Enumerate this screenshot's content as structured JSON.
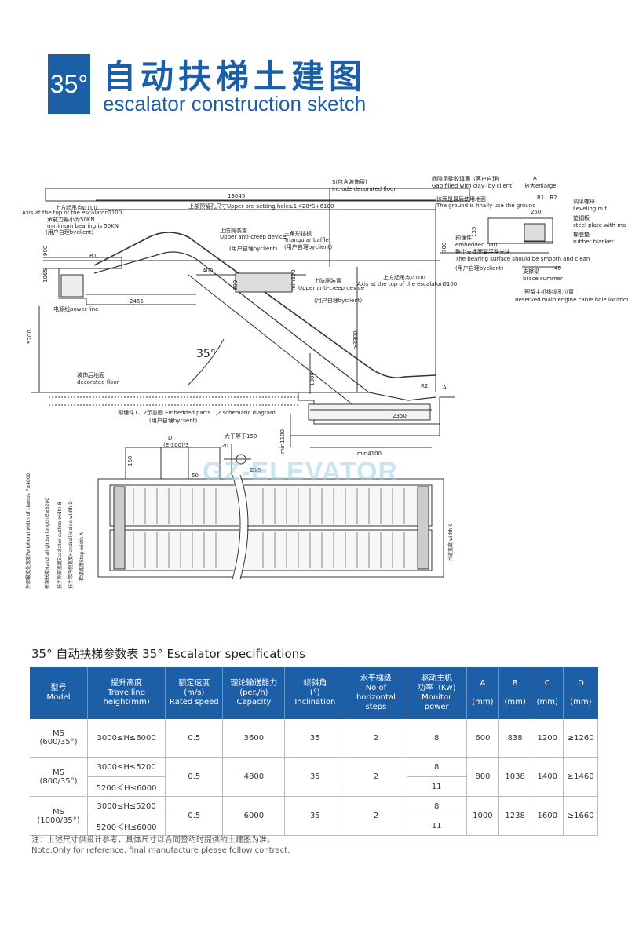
{
  "header": {
    "badge": "35°",
    "title_cn": "自动扶梯土建图",
    "title_en": "escalator construction sketch"
  },
  "drawing": {
    "top_length": "13045",
    "upper_pit_label": "上部预留孔尺寸Upper pre-setting hole≥1.428*S+6100",
    "top_point_cn": "上方起吊点Ø100",
    "axis_top_left": "Axis at the top of the escalatorØ100",
    "min_bearing_left_cn": "承载力最小为50KN",
    "min_bearing_left": "minimum bearing is 50KN",
    "by_client": "(用户自理byclient)",
    "s_label": "S(包含装饰层)",
    "include_floor": "include decorated floor",
    "upper_anticreep_cn": "上防爬装置",
    "upper_anticreep": "Upper anti-creep device",
    "triangular_cn": "三角形挡板",
    "triangular": "Triangular baffle",
    "power_line": "电源线power line",
    "lower_anticreep_cn": "上防爬装置",
    "lower_anticreep": "Upper anti-creep device",
    "dim_2465": "2465",
    "dim_5700": "5700",
    "dim_900": "900",
    "dim_1065": "1065",
    "dim_400": "400",
    "dim_300": "300",
    "dim_min300": "min300",
    "dim_3300": "≥3300",
    "dim_1000": "1000",
    "dim_2350": "2350",
    "dim_min1100": "min1100",
    "dim_min4100": "min4100",
    "angle": "35°",
    "decorated_floor_cn": "装饰后地面",
    "decorated_floor": "decorated floor",
    "axis_top_right_cn": "上方起吊点Ø100",
    "axis_top_right": "Axis at the top of the escalatorØ100",
    "embedded_cn": "预埋件1、2示意图 Embedded parts 1,2 schematic diagram",
    "r1": "R1",
    "r2": "R2",
    "a": "A",
    "gap_cn": "间隙用硅胶填满（客户自理）",
    "gap": "Gap filled with clay (by client)",
    "enlarge_cn": "放大enlarge",
    "ground_cn": "该面是最后使用地面",
    "ground": "The ground is finally use the ground",
    "leveling_cn": "调平螺母",
    "leveling": "Leveling nut",
    "steel_plate_cn": "垫钢板",
    "steel_plate": "steel plate with ma",
    "rubber_cn": "橡胶垫",
    "rubber": "rubber blanket",
    "embedded_part_cn": "预埋件",
    "embedded_part": "embedded part",
    "bearing_surface_cn": "整个支撑面要平整光洁",
    "bearing_surface": "The bearing surface should be smooth and clean",
    "brace_cn": "支撑梁",
    "brace": "brace summer",
    "cable_hole_cn": "预留主机线缆孔位置",
    "cable_hole": "Reserved main engine cable hole location",
    "dim_250": "250",
    "dim_135": "135",
    "dim_700": "700",
    "dim_40": "40",
    "r1r2": "R1、R2",
    "d_label": "D",
    "e_label": "(E-100)/3",
    "dim_150": "大于等于150",
    "dim_20": "20",
    "dim_160": "160",
    "dim_50": "50",
    "d10": "Ø10",
    "outer_width": "外部最宽处宽度Peripheral width of clamps  F≥4000",
    "girder": "桁架长度Handrail girder length  E≥3200",
    "handrail_outline": "扶手外部宽度Escalator outline width  B",
    "handrail_inside": "扶手带内侧宽度Handrail inside width  D",
    "step_width": "梯级宽度Step width  A",
    "right_width": "井道宽度 width  C"
  },
  "watermark": "GZ-ELEVATOR",
  "spec": {
    "title": "35° 自动扶梯参数表   35° Escalator specifications",
    "headers": [
      [
        "型号",
        "Model"
      ],
      [
        "提升高度",
        "Travelling",
        "height(mm)"
      ],
      [
        "额定速度",
        "(m/s)",
        "Rated speed"
      ],
      [
        "理论输送能力",
        "(per./h)",
        "Capacity"
      ],
      [
        "倾斜角",
        "(°)",
        "Inclination"
      ],
      [
        "水平梯级",
        "No  of",
        "horizontal",
        "steps"
      ],
      [
        "驱动主机",
        "功率（Kw)",
        "Monitor",
        "power"
      ],
      [
        "A",
        "",
        "(mm)"
      ],
      [
        "B",
        "",
        "(mm)"
      ],
      [
        "C",
        "",
        "(mm)"
      ],
      [
        "D",
        "",
        "(mm)"
      ]
    ],
    "rows": {
      "r1": {
        "model": "MS",
        "model_sub": "(600/35°)",
        "h": "3000≤H≤6000",
        "v": "0.5",
        "cap": "3600",
        "inc": "35",
        "steps": "2",
        "pw": "8",
        "A": "600",
        "B": "838",
        "C": "1200",
        "D": "≥1260"
      },
      "r2": {
        "model": "MS",
        "model_sub": "(800/35°)",
        "h1": "3000≤H≤5200",
        "h2": "5200＜H≤6000",
        "v": "0.5",
        "cap": "4800",
        "inc": "35",
        "steps": "2",
        "pw1": "8",
        "pw2": "11",
        "A": "800",
        "B": "1038",
        "C": "1400",
        "D": "≥1460"
      },
      "r3": {
        "model": "MS",
        "model_sub": "(1000/35°)",
        "h1": "3000≤H≤5200",
        "h2": "5200＜H≤6000",
        "v": "0.5",
        "cap": "6000",
        "inc": "35",
        "steps": "2",
        "pw1": "8",
        "pw2": "11",
        "A": "1000",
        "B": "1238",
        "C": "1600",
        "D": "≥1660"
      }
    }
  },
  "note": {
    "cn": "注：上述尺寸供设计参考，具体尺寸以合同签约时提供的土建图为准。",
    "en": "Note:Only for reference, final manufacture please follow contract."
  },
  "colors": {
    "brand": "#1d5fa7",
    "watermark": "#9cd1e6"
  }
}
